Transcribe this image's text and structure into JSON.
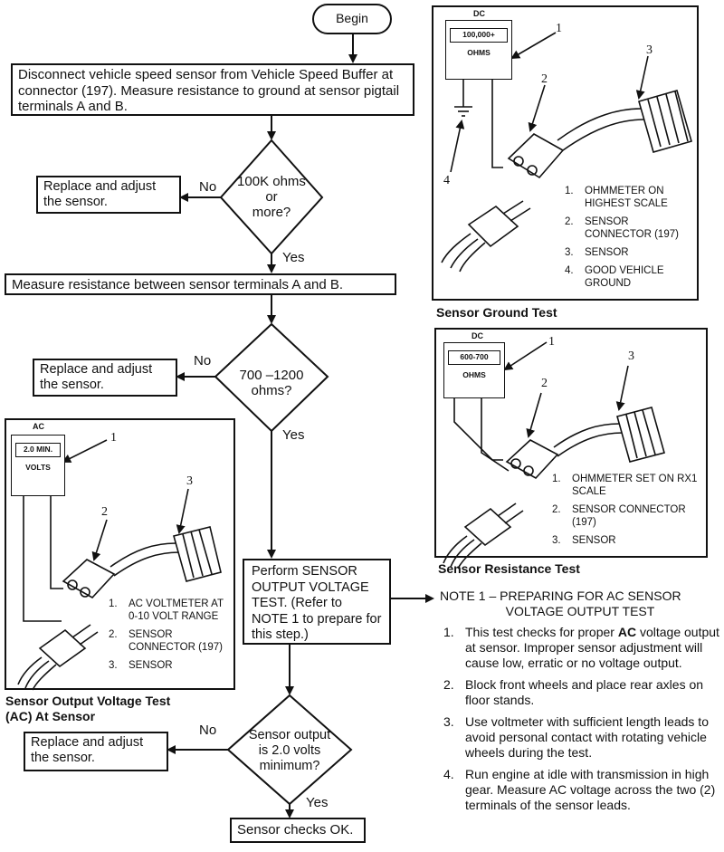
{
  "flowchart": {
    "begin": "Begin",
    "step1": "Disconnect vehicle speed sensor from Vehicle Speed Buffer at connector (197). Measure resistance to ground at sensor pigtail terminals A and B.",
    "decision1": [
      "100K ohms",
      "or",
      "more?"
    ],
    "decision1_no": "No",
    "decision1_yes": "Yes",
    "replace1": "Replace and adjust the sensor.",
    "step2": "Measure resistance between sensor terminals A and B.",
    "decision2": [
      "700 –1200",
      "ohms?"
    ],
    "decision2_no": "No",
    "decision2_yes": "Yes",
    "replace2": "Replace and adjust the sensor.",
    "step3": "Perform SENSOR OUTPUT VOLTAGE TEST. (Refer to NOTE 1 to prepare for this step.)",
    "decision3": [
      "Sensor output",
      "is 2.0 volts",
      "minimum?"
    ],
    "decision3_no": "No",
    "decision3_yes": "Yes",
    "replace3": "Replace and adjust the sensor.",
    "final": "Sensor checks OK."
  },
  "ground_test": {
    "mode": "DC",
    "display": "100,000+",
    "unit": "OHMS",
    "callouts": [
      "1",
      "2",
      "3",
      "4"
    ],
    "legend": [
      {
        "n": "1.",
        "text": "OHMMETER ON HIGHEST SCALE"
      },
      {
        "n": "2.",
        "text": "SENSOR CONNECTOR (197)"
      },
      {
        "n": "3.",
        "text": "SENSOR"
      },
      {
        "n": "4.",
        "text": "GOOD VEHICLE GROUND"
      }
    ],
    "caption": "Sensor Ground Test"
  },
  "resistance_test": {
    "mode": "DC",
    "display": "600-700",
    "unit": "OHMS",
    "callouts": [
      "1",
      "2",
      "3"
    ],
    "legend": [
      {
        "n": "1.",
        "text": "OHMMETER SET ON RX1 SCALE"
      },
      {
        "n": "2.",
        "text": "SENSOR CONNECTOR (197)"
      },
      {
        "n": "3.",
        "text": "SENSOR"
      }
    ],
    "caption": "Sensor Resistance Test"
  },
  "voltage_test": {
    "mode": "AC",
    "display": "2.0 MIN.",
    "unit": "VOLTS",
    "callouts": [
      "1",
      "2",
      "3"
    ],
    "legend": [
      {
        "n": "1.",
        "text": "AC VOLTMETER AT 0-10 VOLT RANGE"
      },
      {
        "n": "2.",
        "text": "SENSOR CONNECTOR (197)"
      },
      {
        "n": "3.",
        "text": "SENSOR"
      }
    ],
    "caption_line1": "Sensor Output Voltage Test",
    "caption_line2": "(AC) At Sensor"
  },
  "note": {
    "title_line1": "NOTE 1  –  PREPARING FOR AC SENSOR",
    "title_line2": "VOLTAGE OUTPUT TEST",
    "items": [
      {
        "n": "1.",
        "pre": "This test checks for proper ",
        "bold": "AC",
        "post": " voltage output at sensor. Improper sensor adjustment will cause low, erratic or no voltage output."
      },
      {
        "n": "2.",
        "pre": "Block front wheels and place rear axles on floor stands.",
        "bold": "",
        "post": ""
      },
      {
        "n": "3.",
        "pre": "Use voltmeter with sufficient length leads to avoid personal contact with rotating vehicle wheels during the test.",
        "bold": "",
        "post": ""
      },
      {
        "n": "4.",
        "pre": "Run engine at idle with transmission in high gear. Measure AC voltage across the two (2) terminals of the sensor leads.",
        "bold": "",
        "post": ""
      }
    ]
  }
}
